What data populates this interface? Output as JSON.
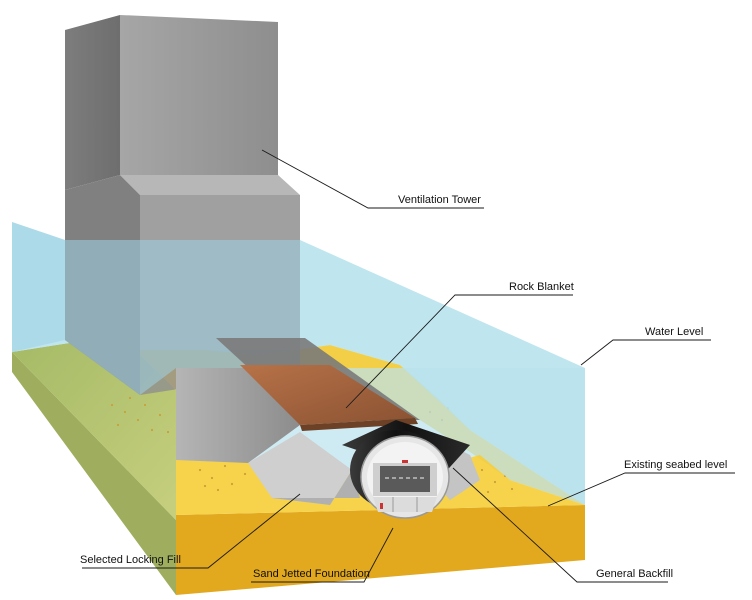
{
  "labels": {
    "ventilation_tower": "Ventilation Tower",
    "rock_blanket": "Rock Blanket",
    "water_level": "Water Level",
    "existing_seabed_level": "Existing seabed level",
    "general_backfill": "General Backfill",
    "sand_jetted_foundation": "Sand Jetted Foundation",
    "selected_locking_fill": "Selected Locking Fill"
  },
  "colors": {
    "water": "#a9dcea",
    "seabed_sand": "#f6d34a",
    "seabed_base": "#e2a81e",
    "grass_slope": "#b4c46e",
    "concrete": "#9a9a9a",
    "rock_blanket": "#a9643c",
    "tunnel_tube": "#1c1c1c"
  }
}
